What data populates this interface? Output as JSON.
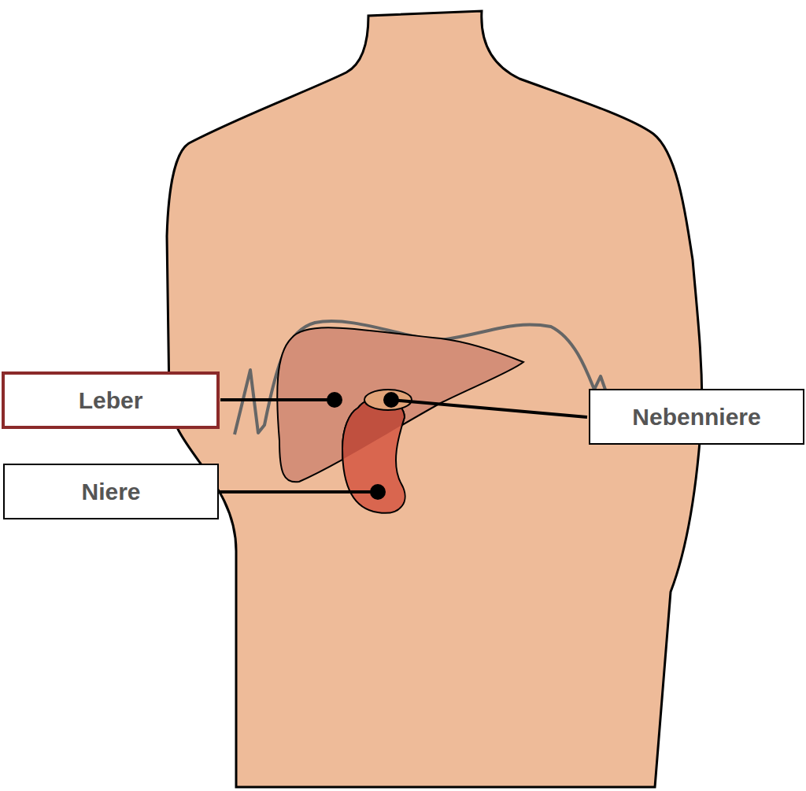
{
  "diagram": {
    "nodes": [
      {
        "text": [
          "Leber"
        ]
      },
      {
        "text": [
          "Nebenniere"
        ]
      },
      {
        "text": [
          "Niere"
        ]
      }
    ]
  }
}
